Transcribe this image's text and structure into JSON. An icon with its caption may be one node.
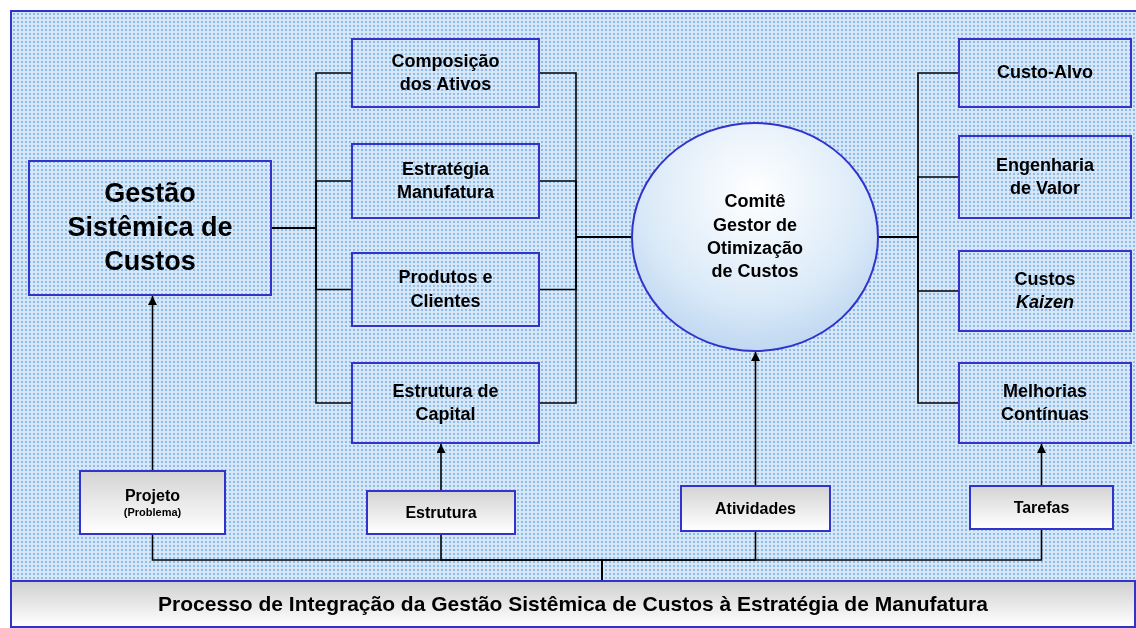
{
  "diagram": {
    "nodes": [
      {
        "text": [
          "Gestão Sistêmica de Custos"
        ]
      },
      {
        "text": [
          "Composição dos Ativos"
        ]
      },
      {
        "text": [
          "Estratégia Manufatura"
        ]
      },
      {
        "text": [
          "Produtos e Clientes"
        ]
      },
      {
        "text": [
          "Estrutura de Capital"
        ]
      },
      {
        "text": [
          "Comitê Gestor de Otimização de Custos"
        ]
      },
      {
        "text": [
          "Custo-Alvo"
        ]
      },
      {
        "text": [
          "Engenharia de Valor"
        ]
      },
      {
        "text": [
          "Custos *Kaizen*"
        ]
      },
      {
        "text": [
          "Melhorias Contínuas"
        ]
      },
      {
        "text": [
          "Projeto",
          "(Problema)"
        ]
      },
      {
        "text": [
          "Estrutura"
        ]
      },
      {
        "text": [
          "Atividades"
        ]
      },
      {
        "text": [
          "Tarefas"
        ]
      },
      {
        "text": [
          "Processo de Integração da Gestão Sistêmica de Custos à Estratégia de Manufatura"
        ]
      }
    ],
    "edges": [
      {
        "from": 0,
        "to": 1,
        "arrow": "none"
      },
      {
        "from": 0,
        "to": 2,
        "arrow": "none"
      },
      {
        "from": 0,
        "to": 3,
        "arrow": "none"
      },
      {
        "from": 0,
        "to": 4,
        "arrow": "none"
      },
      {
        "from": 1,
        "to": 5,
        "arrow": "none"
      },
      {
        "from": 2,
        "to": 5,
        "arrow": "none"
      },
      {
        "from": 3,
        "to": 5,
        "arrow": "none"
      },
      {
        "from": 4,
        "to": 5,
        "arrow": "none"
      },
      {
        "from": 5,
        "to": 6,
        "arrow": "none"
      },
      {
        "from": 5,
        "to": 7,
        "arrow": "none"
      },
      {
        "from": 5,
        "to": 8,
        "arrow": "none"
      },
      {
        "from": 5,
        "to": 9,
        "arrow": "none"
      },
      {
        "from": 10,
        "to": 0,
        "arrow": "to"
      },
      {
        "from": 11,
        "to": 4,
        "arrow": "to"
      },
      {
        "from": 12,
        "to": 5,
        "arrow": "to"
      },
      {
        "from": 13,
        "to": 9,
        "arrow": "to"
      },
      {
        "from": 10,
        "to": 14,
        "arrow": "none"
      },
      {
        "from": 11,
        "to": 14,
        "arrow": "none"
      },
      {
        "from": 12,
        "to": 14,
        "arrow": "none"
      },
      {
        "from": 13,
        "to": 14,
        "arrow": "none"
      }
    ]
  }
}
